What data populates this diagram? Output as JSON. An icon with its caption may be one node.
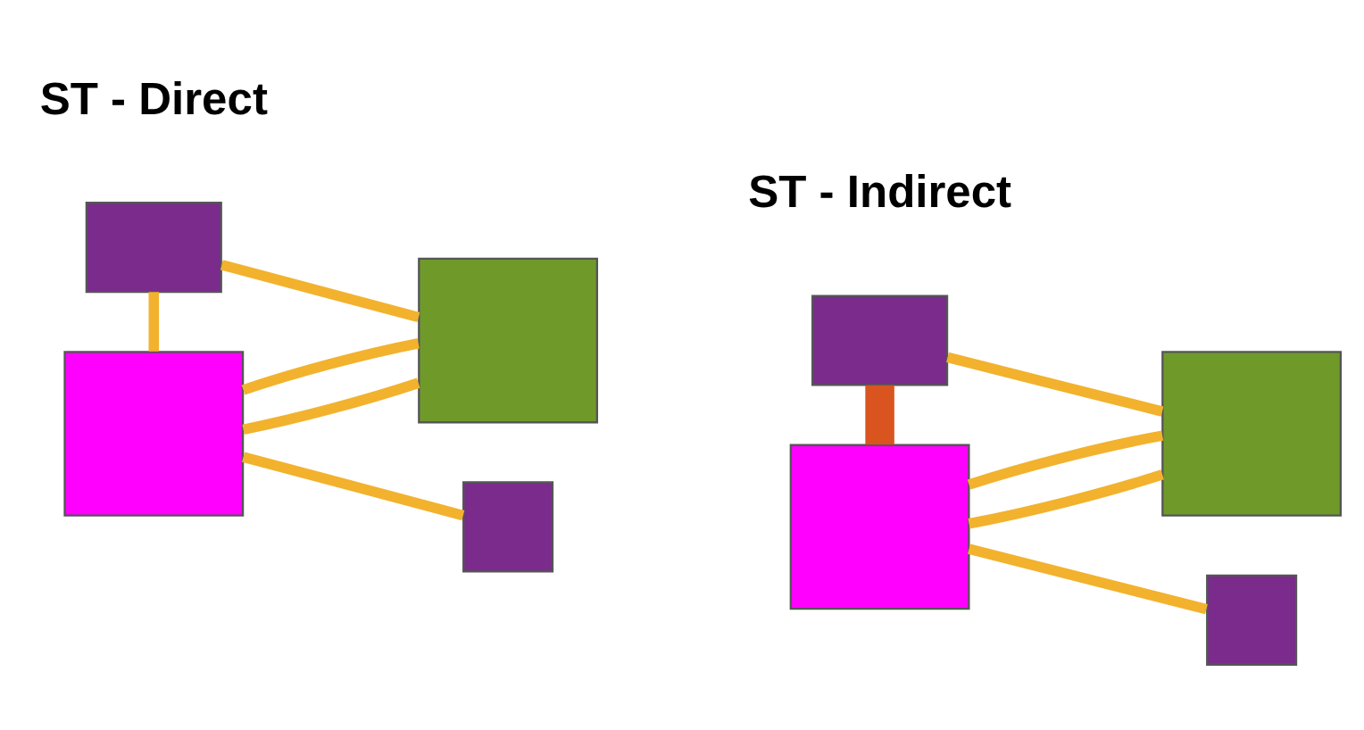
{
  "diagram": {
    "nodes": [
      {
        "text": [],
        "shape": "box"
      },
      {
        "text": [],
        "shape": "box"
      },
      {
        "text": [],
        "shape": "box"
      },
      {
        "text": [],
        "shape": "box"
      },
      {
        "text": [],
        "shape": "box"
      },
      {
        "text": [],
        "shape": "box"
      },
      {
        "text": [],
        "shape": "box"
      },
      {
        "text": [],
        "shape": "box"
      }
    ],
    "edges": [
      {
        "from": 0,
        "to": 2,
        "arrow": "none"
      },
      {
        "from": 0,
        "to": 1,
        "arrow": "none"
      },
      {
        "from": 2,
        "to": 1,
        "arrow": "none"
      },
      {
        "from": 2,
        "to": 1,
        "arrow": "none"
      },
      {
        "from": 2,
        "to": 3,
        "arrow": "none"
      },
      {
        "from": 4,
        "to": 5,
        "arrow": "none"
      },
      {
        "from": 6,
        "to": 5,
        "arrow": "none"
      },
      {
        "from": 6,
        "to": 5,
        "arrow": "none"
      },
      {
        "from": 6,
        "to": 7,
        "arrow": "none"
      },
      {
        "from": 4,
        "to": 6,
        "arrow": "none",
        "style": "thick",
        "color": "#d9541e"
      }
    ],
    "labels": [
      "ST - Direct",
      "ST - Indirect"
    ]
  }
}
